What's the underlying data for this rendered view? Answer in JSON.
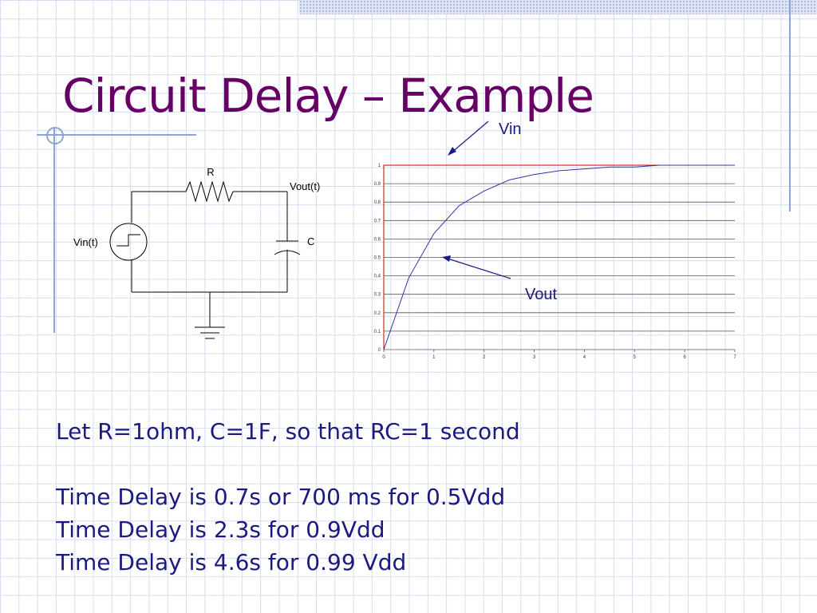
{
  "slide": {
    "title": "Circuit Delay – Example"
  },
  "circuit": {
    "resistor_label": "R",
    "capacitor_label": "C",
    "source_label": "Vin(t)",
    "output_label": "Vout(t)"
  },
  "chart_data": {
    "type": "line",
    "title": "",
    "xlabel": "",
    "ylabel": "",
    "xlim": [
      0,
      7
    ],
    "ylim": [
      0,
      1
    ],
    "x_ticks": [
      "0",
      "1",
      "2",
      "3",
      "4",
      "5",
      "6",
      "7"
    ],
    "y_ticks": [
      "0",
      "0.1",
      "0.2",
      "0.3",
      "0.4",
      "0.5",
      "0.6",
      "0.7",
      "0.8",
      "0.9",
      "1"
    ],
    "grid": "horizontal",
    "series": [
      {
        "name": "Vin",
        "color": "#cc0000",
        "x": [
          0,
          0,
          7
        ],
        "y": [
          0,
          1,
          1
        ]
      },
      {
        "name": "Vout",
        "color": "#3333aa",
        "x": [
          0,
          0.5,
          1,
          1.5,
          2,
          2.5,
          3,
          3.5,
          4,
          4.5,
          5,
          5.5,
          6,
          6.5,
          7
        ],
        "y": [
          0,
          0.39,
          0.63,
          0.78,
          0.86,
          0.92,
          0.95,
          0.97,
          0.98,
          0.99,
          0.99,
          1.0,
          1.0,
          1.0,
          1.0
        ]
      }
    ],
    "annotations": [
      {
        "text": "Vin",
        "color": "#1a1a80"
      },
      {
        "text": "Vout",
        "color": "#1a1a80"
      }
    ]
  },
  "body": {
    "line1": "Let R=1ohm, C=1F,  so that RC=1 second",
    "line2": "Time Delay is 0.7s or 700 ms for 0.5Vdd",
    "line3": "Time Delay is 2.3s for 0.9Vdd",
    "line4": "Time Delay is 4.6s for 0.99 Vdd"
  }
}
